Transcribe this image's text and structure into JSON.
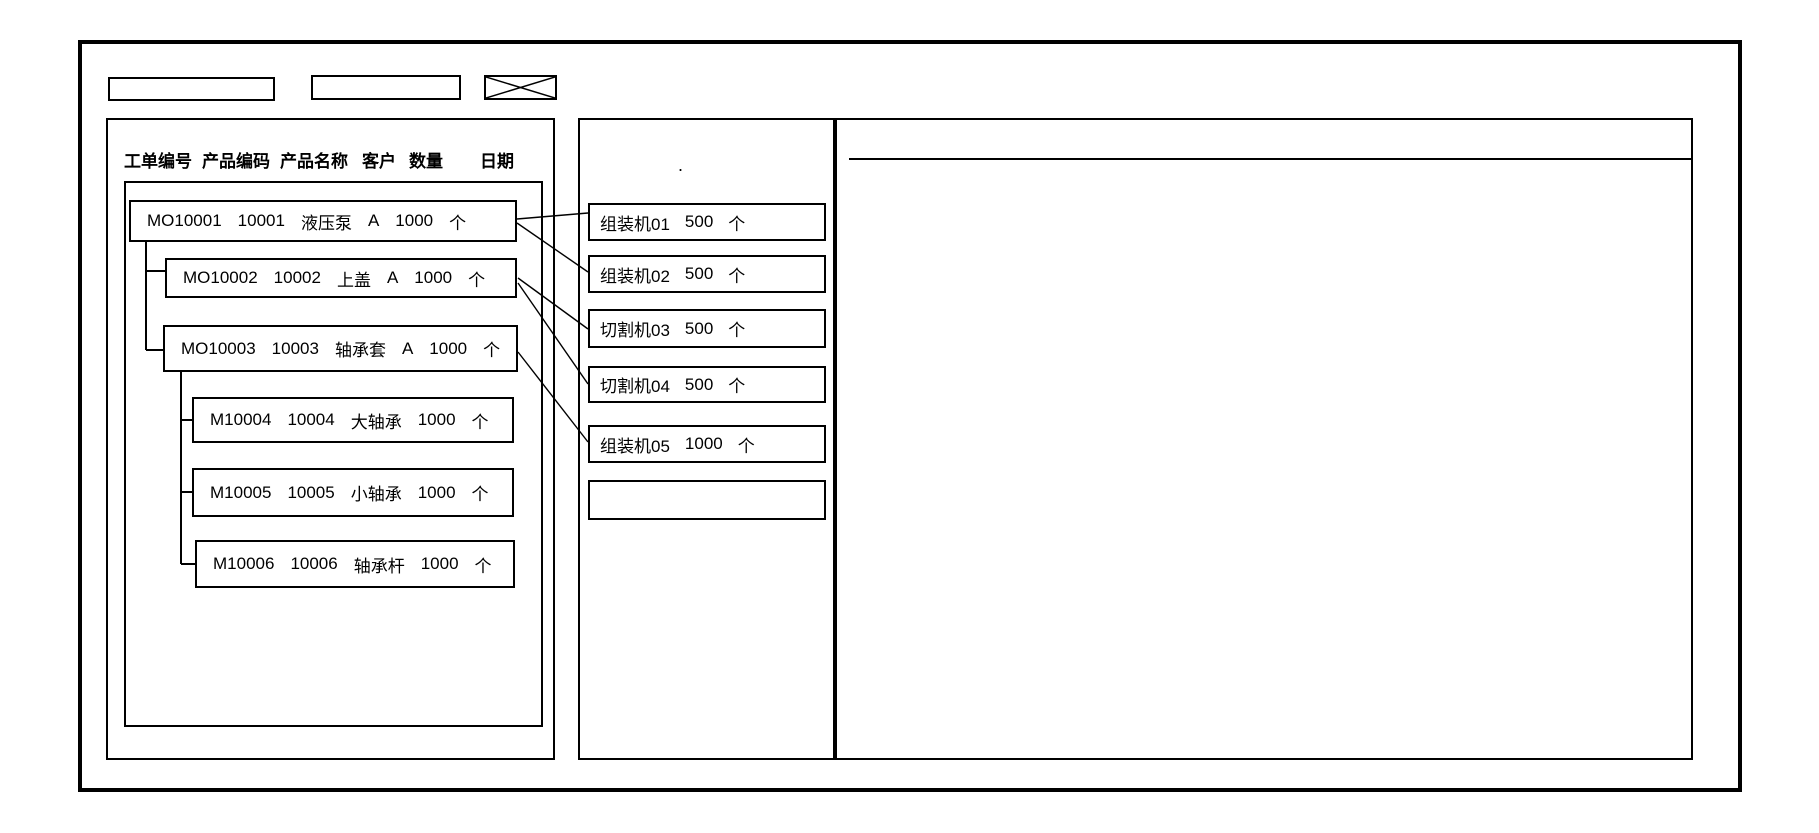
{
  "colors": {
    "line": "#000000",
    "background": "#ffffff",
    "text": "#000000"
  },
  "toolbar": {
    "input1_value": "",
    "input2_value": "",
    "close_icon": "crossed-box"
  },
  "order_panel": {
    "columns": [
      "工单编号",
      "产品编码",
      "产品名称",
      "客户",
      "数量",
      "日期"
    ],
    "orders": [
      {
        "order_no": "MO10001",
        "product_code": "10001",
        "product_name": "液压泵",
        "customer": "A",
        "qty": "1000",
        "unit": "个"
      },
      {
        "order_no": "MO10002",
        "product_code": "10002",
        "product_name": "上盖",
        "customer": "A",
        "qty": "1000",
        "unit": "个"
      },
      {
        "order_no": "MO10003",
        "product_code": "10003",
        "product_name": "轴承套",
        "customer": "A",
        "qty": "1000",
        "unit": "个"
      },
      {
        "order_no": "M10004",
        "product_code": "10004",
        "product_name": "大轴承",
        "customer": "",
        "qty": "1000",
        "unit": "个"
      },
      {
        "order_no": "M10005",
        "product_code": "10005",
        "product_name": "小轴承",
        "customer": "",
        "qty": "1000",
        "unit": "个"
      },
      {
        "order_no": "M10006",
        "product_code": "10006",
        "product_name": "轴承杆",
        "customer": "",
        "qty": "1000",
        "unit": "个"
      }
    ]
  },
  "machine_panel": {
    "marker": ".",
    "machines": [
      {
        "name": "组装机01",
        "qty": "500",
        "unit": "个"
      },
      {
        "name": "组装机02",
        "qty": "500",
        "unit": "个"
      },
      {
        "name": "切割机03",
        "qty": "500",
        "unit": "个"
      },
      {
        "name": "切割机04",
        "qty": "500",
        "unit": "个"
      },
      {
        "name": "组装机05",
        "qty": "1000",
        "unit": "个"
      },
      {
        "name": "",
        "qty": "",
        "unit": ""
      }
    ]
  },
  "connections": [
    {
      "from": "MO10001",
      "to": "组装机01"
    },
    {
      "from": "MO10001",
      "to": "组装机02"
    },
    {
      "from": "MO10002",
      "to": "切割机03"
    },
    {
      "from": "MO10002",
      "to": "切割机04"
    },
    {
      "from": "MO10003",
      "to": "组装机05"
    }
  ],
  "schedule_panel": {}
}
